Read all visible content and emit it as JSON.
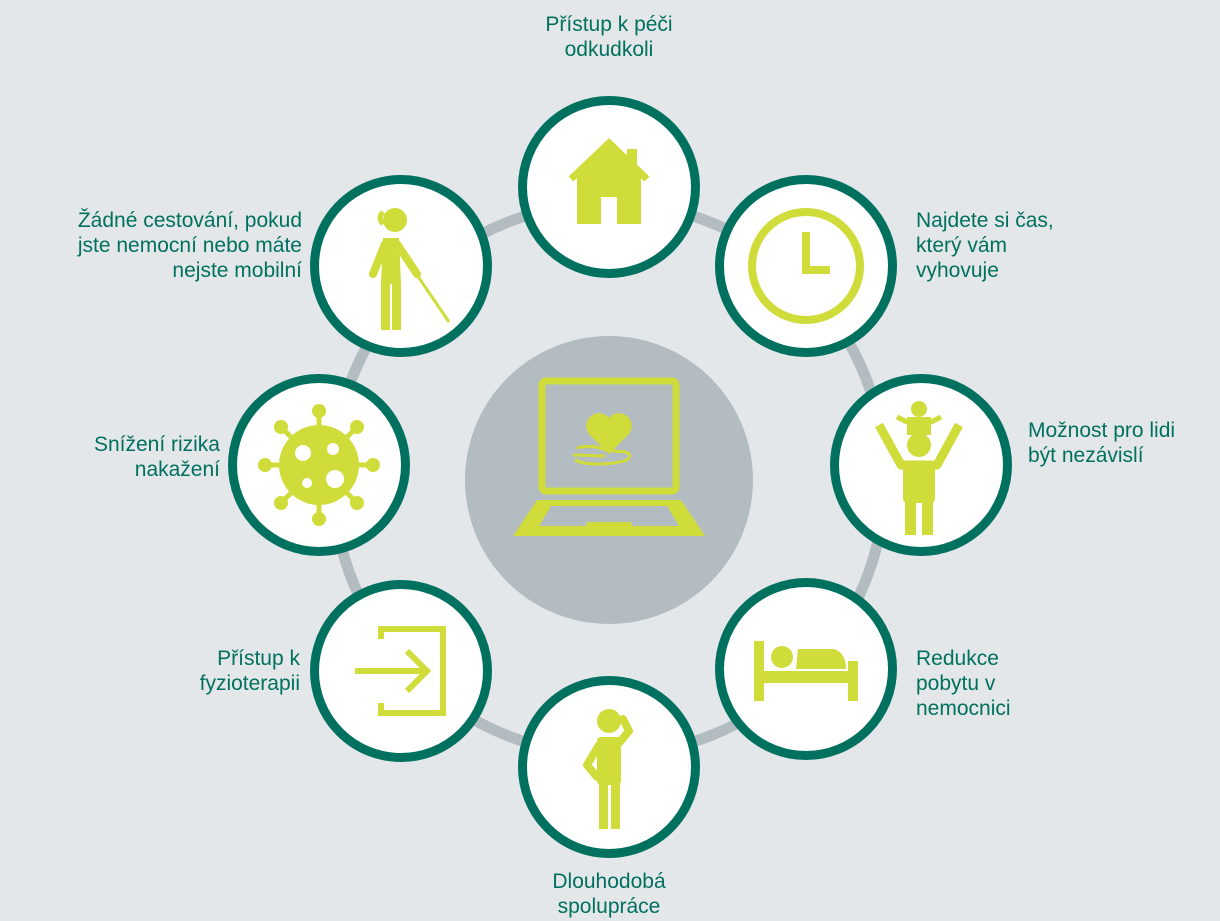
{
  "colors": {
    "background": "#e4e7e9",
    "teal": "#00705f",
    "lime": "#cfdc3a",
    "ring": "#b3bcc1",
    "hub": "#b3bcc1"
  },
  "center": {
    "icon": "laptop-heart-hand-icon"
  },
  "benefits": [
    {
      "id": "access",
      "icon": "house-icon",
      "label": [
        "Přístup k péči",
        "odkudkoli"
      ]
    },
    {
      "id": "time",
      "icon": "clock-icon",
      "label": [
        "Najdete si čas,",
        "který vám",
        "vyhovuje"
      ]
    },
    {
      "id": "independence",
      "icon": "adult-child-shoulders-icon",
      "label": [
        "Možnost pro lidi",
        "být nezávislí"
      ]
    },
    {
      "id": "hospital",
      "icon": "person-in-bed-icon",
      "label": [
        "Redukce",
        "pobytu v",
        "nemocnici"
      ]
    },
    {
      "id": "longterm",
      "icon": "thinking-person-icon",
      "label": [
        "Dlouhodobá",
        "spolupráce"
      ]
    },
    {
      "id": "physio",
      "icon": "enter-arrow-icon",
      "label": [
        "Přístup k",
        "fyzioterapii"
      ]
    },
    {
      "id": "infection",
      "icon": "virus-icon",
      "label": [
        "Snížení rizika",
        "nakažení"
      ]
    },
    {
      "id": "travel",
      "icon": "elderly-person-cane-icon",
      "label": [
        "Žádné cestování, pokud",
        "jste nemocní nebo máte",
        "nejste mobilní"
      ]
    }
  ]
}
